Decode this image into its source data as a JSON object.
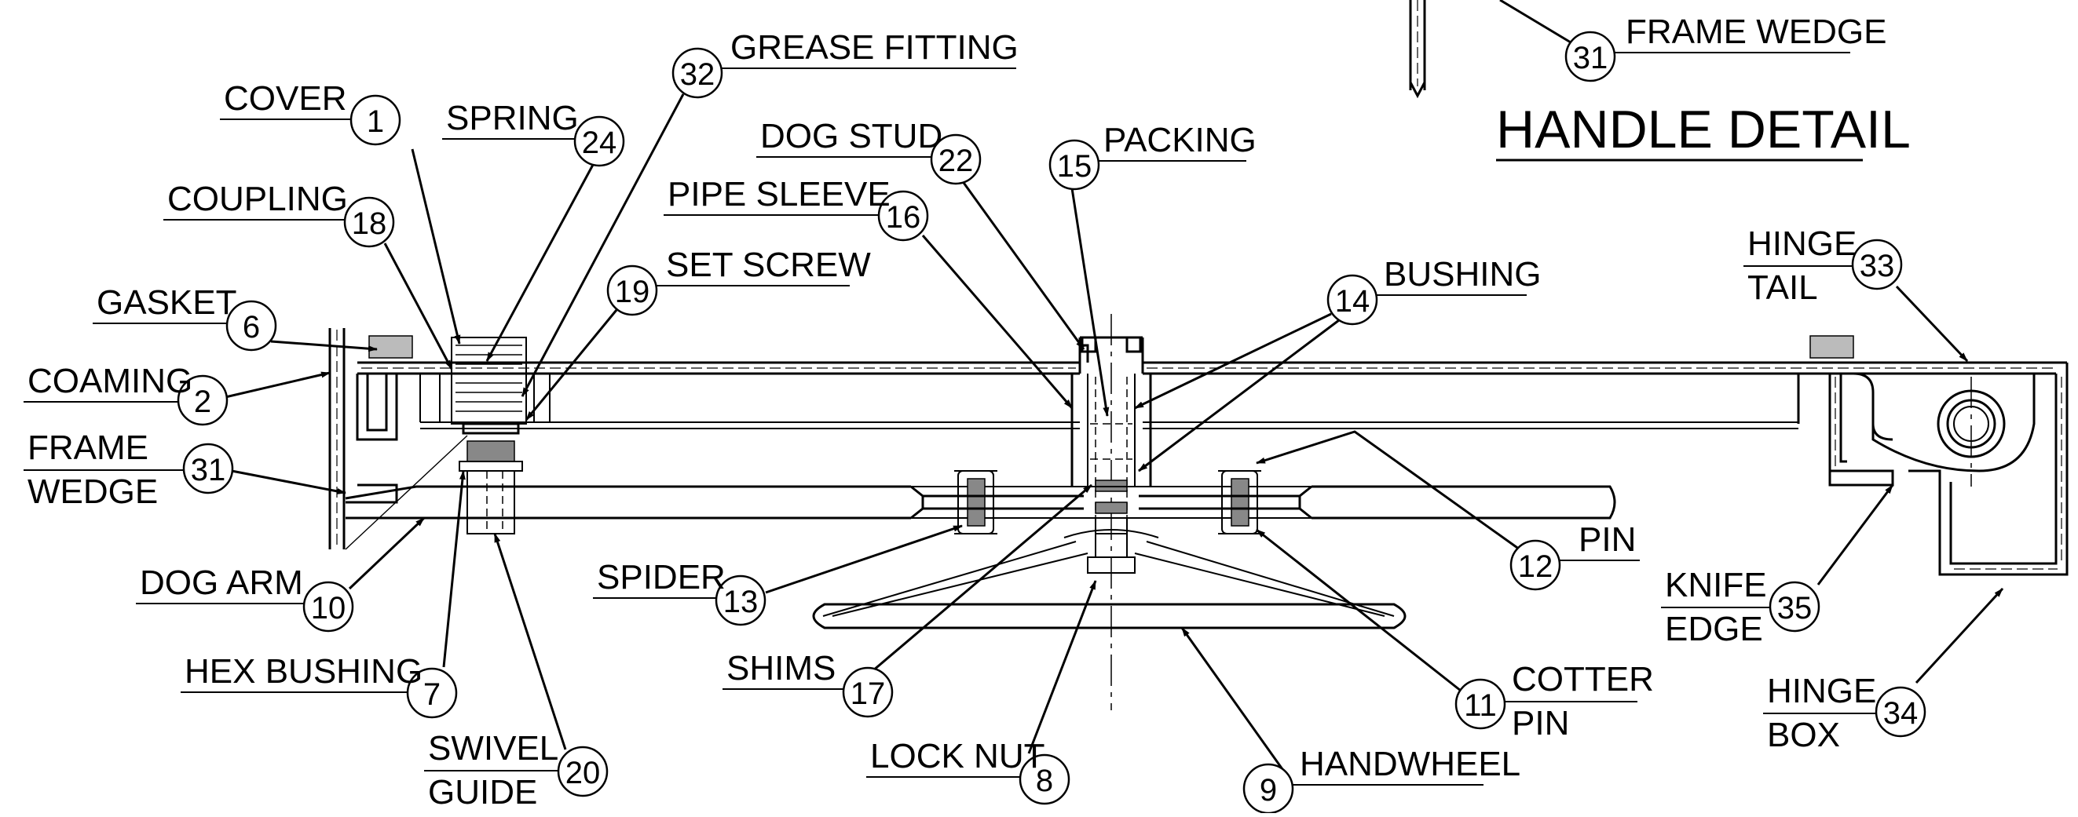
{
  "title": "HANDLE DETAIL",
  "callouts": [
    {
      "id": "cover",
      "num": "1",
      "lines": [
        "COVER"
      ]
    },
    {
      "id": "spring",
      "num": "24",
      "lines": [
        "SPRING"
      ]
    },
    {
      "id": "grease-fitting",
      "num": "32",
      "lines": [
        "GREASE FITTING"
      ]
    },
    {
      "id": "coupling",
      "num": "18",
      "lines": [
        "COUPLING"
      ]
    },
    {
      "id": "gasket",
      "num": "6",
      "lines": [
        "GASKET"
      ]
    },
    {
      "id": "coaming",
      "num": "2",
      "lines": [
        "COAMING"
      ]
    },
    {
      "id": "frame-wedge-left",
      "num": "31",
      "lines": [
        "FRAME",
        "WEDGE"
      ]
    },
    {
      "id": "dog-arm",
      "num": "10",
      "lines": [
        "DOG ARM"
      ]
    },
    {
      "id": "hex-bushing",
      "num": "7",
      "lines": [
        "HEX BUSHING"
      ]
    },
    {
      "id": "swivel-guide",
      "num": "20",
      "lines": [
        "SWIVEL",
        "GUIDE"
      ]
    },
    {
      "id": "set-screw",
      "num": "19",
      "lines": [
        "SET SCREW"
      ]
    },
    {
      "id": "dog-stud",
      "num": "22",
      "lines": [
        "DOG STUD"
      ]
    },
    {
      "id": "pipe-sleeve",
      "num": "16",
      "lines": [
        "PIPE SLEEVE"
      ]
    },
    {
      "id": "packing",
      "num": "15",
      "lines": [
        "PACKING"
      ]
    },
    {
      "id": "bushing",
      "num": "14",
      "lines": [
        "BUSHING"
      ]
    },
    {
      "id": "spider",
      "num": "13",
      "lines": [
        "SPIDER"
      ]
    },
    {
      "id": "shims",
      "num": "17",
      "lines": [
        "SHIMS"
      ]
    },
    {
      "id": "lock-nut",
      "num": "8",
      "lines": [
        "LOCK NUT"
      ]
    },
    {
      "id": "handwheel",
      "num": "9",
      "lines": [
        "HANDWHEEL"
      ]
    },
    {
      "id": "cotter-pin",
      "num": "11",
      "lines": [
        "COTTER",
        "PIN"
      ]
    },
    {
      "id": "pin",
      "num": "12",
      "lines": [
        "PIN"
      ]
    },
    {
      "id": "frame-wedge-top",
      "num": "31",
      "lines": [
        "FRAME WEDGE"
      ]
    },
    {
      "id": "hinge-tail",
      "num": "33",
      "lines": [
        "HINGE",
        "TAIL"
      ]
    },
    {
      "id": "knife-edge",
      "num": "35",
      "lines": [
        "KNIFE",
        "EDGE"
      ]
    },
    {
      "id": "hinge-box",
      "num": "34",
      "lines": [
        "HINGE",
        "BOX"
      ]
    }
  ]
}
